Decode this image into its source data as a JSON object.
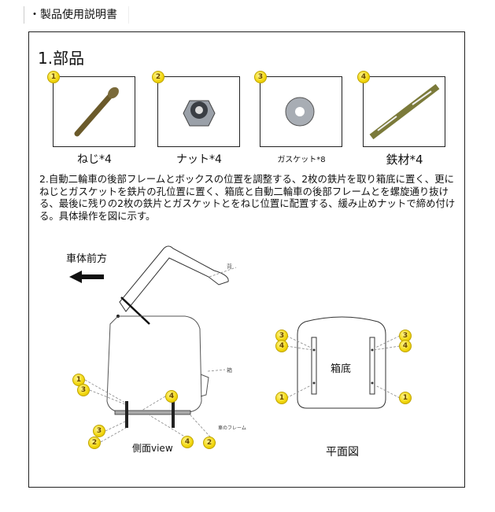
{
  "header": {
    "title": "・製品使用説明書"
  },
  "section1": {
    "title": "1.部品",
    "parts": [
      {
        "number": "1",
        "label": "ねじ*4",
        "icon": "screw-icon"
      },
      {
        "number": "2",
        "label": "ナット*4",
        "icon": "nut-icon"
      },
      {
        "number": "3",
        "label": "ガスケット*8",
        "icon": "washer-icon"
      },
      {
        "number": "4",
        "label": "鉄材*4",
        "icon": "iron-plate-icon"
      }
    ]
  },
  "section2": {
    "text": "2.自動二輪車の後部フレームとボックスの位置を調整する、2枚の鉄片を取り箱底に置く、更にねじとガスケットを鉄片の孔位置に置く、箱底と自動二輪車の後部フレームとを螺旋通り抜ける、最後に残りの2枚の鉄片とガスケットとをねじ位置に配置する、緩み止めナットで締め付ける。具体操作を図に示す。"
  },
  "side_view": {
    "direction_label": "車体前方",
    "caption": "側面view",
    "label_back": "背",
    "label_box": "箱",
    "label_frame": "車のフレーム",
    "badges": [
      "1",
      "3",
      "4",
      "3",
      "2",
      "4",
      "2"
    ]
  },
  "plan_view": {
    "center_label": "箱底",
    "caption": "平面図",
    "badges": [
      "3",
      "4",
      "1",
      "3",
      "4",
      "1"
    ]
  },
  "colors": {
    "badge": "#f2d60a",
    "line": "#222222"
  }
}
